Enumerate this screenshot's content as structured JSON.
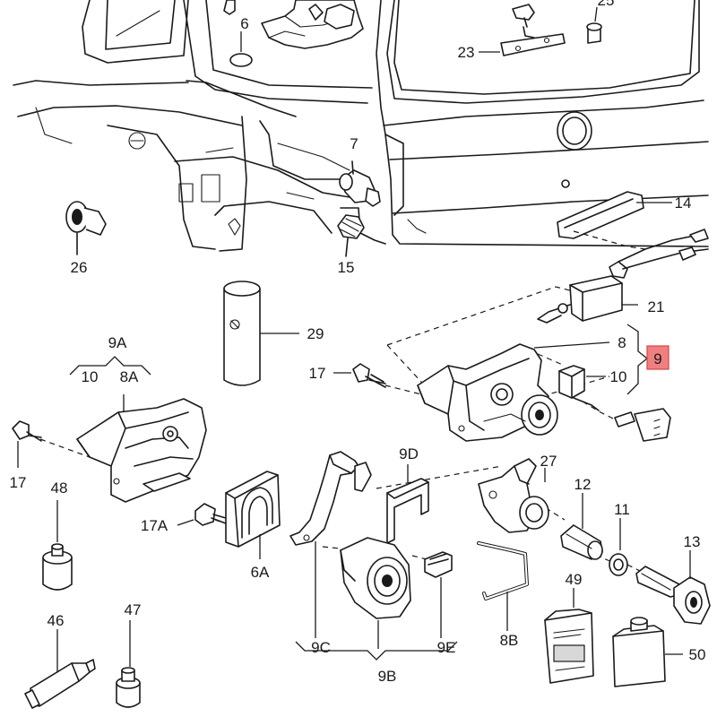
{
  "labels": {
    "p6": "6",
    "p7": "7",
    "p14": "14",
    "p15": "15",
    "p21": "21",
    "p23": "23",
    "p25": "25",
    "p26": "26",
    "p29": "29",
    "p9A": "9A",
    "p10a": "10",
    "p8A": "8A",
    "p17a": "17",
    "p17b": "17",
    "p8": "8",
    "p9": "9",
    "p10b": "10",
    "p9D": "9D",
    "p27": "27",
    "p12": "12",
    "p11": "11",
    "p13": "13",
    "p48": "48",
    "p17A": "17A",
    "p6A": "6A",
    "p9C": "9C",
    "p9B": "9B",
    "p9E": "9E",
    "p8B": "8B",
    "p46": "46",
    "p47": "47",
    "p49": "49",
    "p50": "50"
  },
  "colors": {
    "line": "#1a1a1a",
    "highlight": "#f08080"
  }
}
